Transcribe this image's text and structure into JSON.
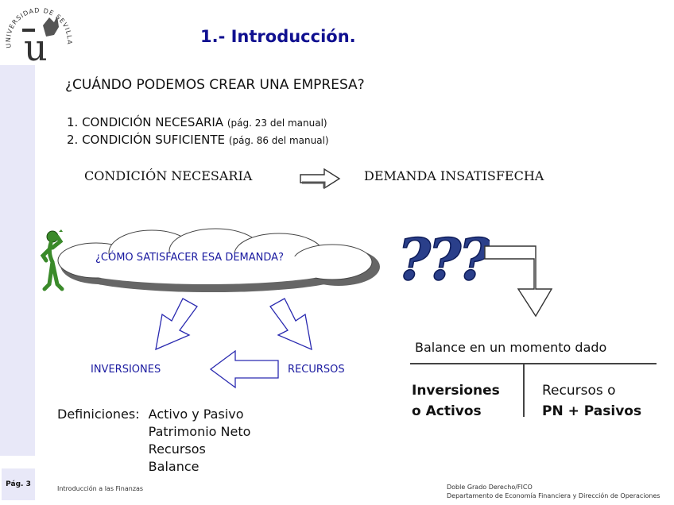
{
  "header": {
    "title": "1.- Introducción.",
    "logo_text": "UNIVERSIDAD DE SEVILLA",
    "logo_monogram": "u"
  },
  "question": "¿CUÁNDO PODEMOS CREAR UNA EMPRESA?",
  "conditions": [
    {
      "text": "1. CONDICIÓN NECESARIA",
      "ref": "(pág. 23 del manual)"
    },
    {
      "text": "2. CONDICIÓN SUFICIENTE",
      "ref": "(pág. 86 del manual)"
    }
  ],
  "necessary": {
    "left": "CONDICIÓN NECESARIA",
    "right": "DEMANDA INSATISFECHA"
  },
  "cloud_text": "¿CÓMO SATISFACER ESA DEMANDA?",
  "question_marks": "???",
  "labels": {
    "inversiones": "INVERSIONES",
    "recursos": "RECURSOS"
  },
  "balance": {
    "title_bold": "Balance",
    "title_rest": " en un momento dado",
    "left_line1": "Inversiones",
    "left_line2_pre": "o ",
    "left_line2_bold": "Activos",
    "right_line1": "Recursos o",
    "right_line2": "PN + Pasivos"
  },
  "definitions": {
    "label": "Definiciones:",
    "items": [
      "Activo y Pasivo",
      "Patrimonio Neto",
      "Recursos",
      "Balance"
    ]
  },
  "footer": {
    "page": "Pág. 3",
    "course": "Introducción a las  Finanzas",
    "degree": "Doble Grado Derecho/FICO",
    "department": "Departamento de Economía Financiera y Dirección de Operaciones"
  },
  "colors": {
    "title": "#101090",
    "accent_blue": "#1a1aa0",
    "sidebar": "#e8e8f8",
    "question_marks": "#1f3a9a"
  }
}
